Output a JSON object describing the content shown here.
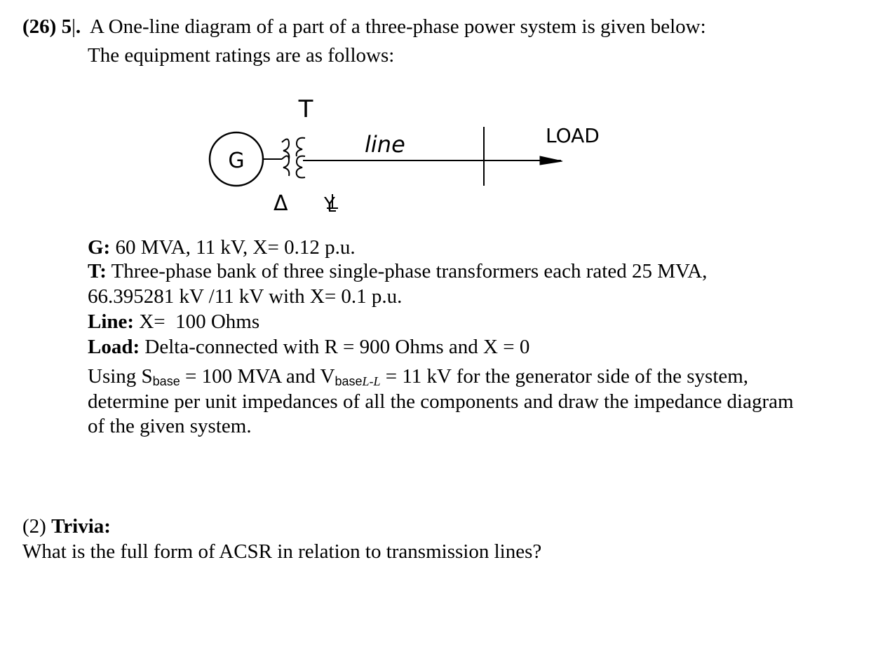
{
  "question": {
    "marks": "(26) 5",
    "cursor": "|",
    "dot": ".",
    "intro": "A One-line diagram of a part of a three-phase power system is given below:",
    "ratings_intro": "The equipment ratings are as follows:"
  },
  "diagram": {
    "transformer_label": "T",
    "generator_label": "G",
    "line_label": "line",
    "load_label": "LOAD",
    "delta_label": "Δ",
    "wye_label": "Y"
  },
  "ratings": {
    "g_label": "G:",
    "g_text": "60 MVA, 11 kV, X= 0.12 p.u.",
    "t_label": "T:",
    "t_text_1": "Three-phase bank of three single-phase transformers each rated 25 MVA,",
    "t_text_2": "66.395281 kV /11 kV with X= 0.1 p.u.",
    "line_label": "Line:",
    "line_text": "X=  100 Ohms",
    "load_label": "Load:",
    "load_text": "Delta-connected with R = 900 Ohms and X = 0"
  },
  "task": {
    "using": "Using S",
    "sbase_sub": "base",
    "mid": " = 100 MVA and V",
    "vbase_sub": "base",
    "vbase_sub_italic": "L-L",
    "end": " = 11 kV for the generator side of the system,",
    "line2": "determine per unit impedances of all the components and draw the impedance diagram",
    "line3": "of the given system."
  },
  "trivia": {
    "marks": "(2)",
    "label": "Trivia:",
    "question": "What is the full form of ACSR in relation to transmission lines?"
  }
}
